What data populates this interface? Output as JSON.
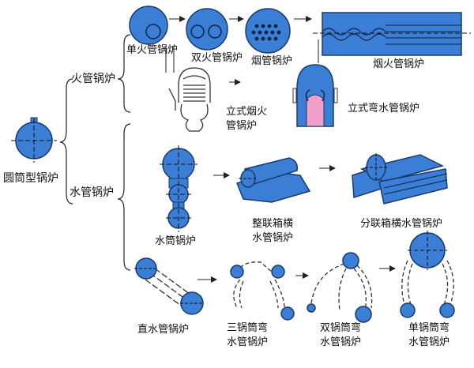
{
  "labels": {
    "cylindrical": "圆筒型锅炉",
    "fire_tube": "火管锅炉",
    "water_tube": "水管锅炉",
    "single_fire": "单火管锅炉",
    "double_fire": "双火管锅炉",
    "smoke_tube": "烟管锅炉",
    "smoke_fire": "烟火管锅炉",
    "vertical_smoke_fire_l1": "立式烟火",
    "vertical_smoke_fire_l2": "管锅炉",
    "vertical_bent": "立式弯水管锅炉",
    "water_drum": "水筒锅炉",
    "integral_header_l1": "整联箱横",
    "integral_header_l2": "水管锅炉",
    "sectional_header": "分联箱横水管锅炉",
    "straight_tube": "直水管锅炉",
    "three_drum_l1": "三锅筒弯",
    "three_drum_l2": "水管锅炉",
    "double_drum_l1": "双锅筒弯",
    "double_drum_l2": "水管锅炉",
    "single_drum_l1": "单锅筒弯",
    "single_drum_l2": "水管锅炉"
  },
  "colors": {
    "drum_fill": "#3a7fd5",
    "drum_stroke": "#1a3a6a",
    "pink": "#f0a0c8",
    "line": "#222222"
  }
}
